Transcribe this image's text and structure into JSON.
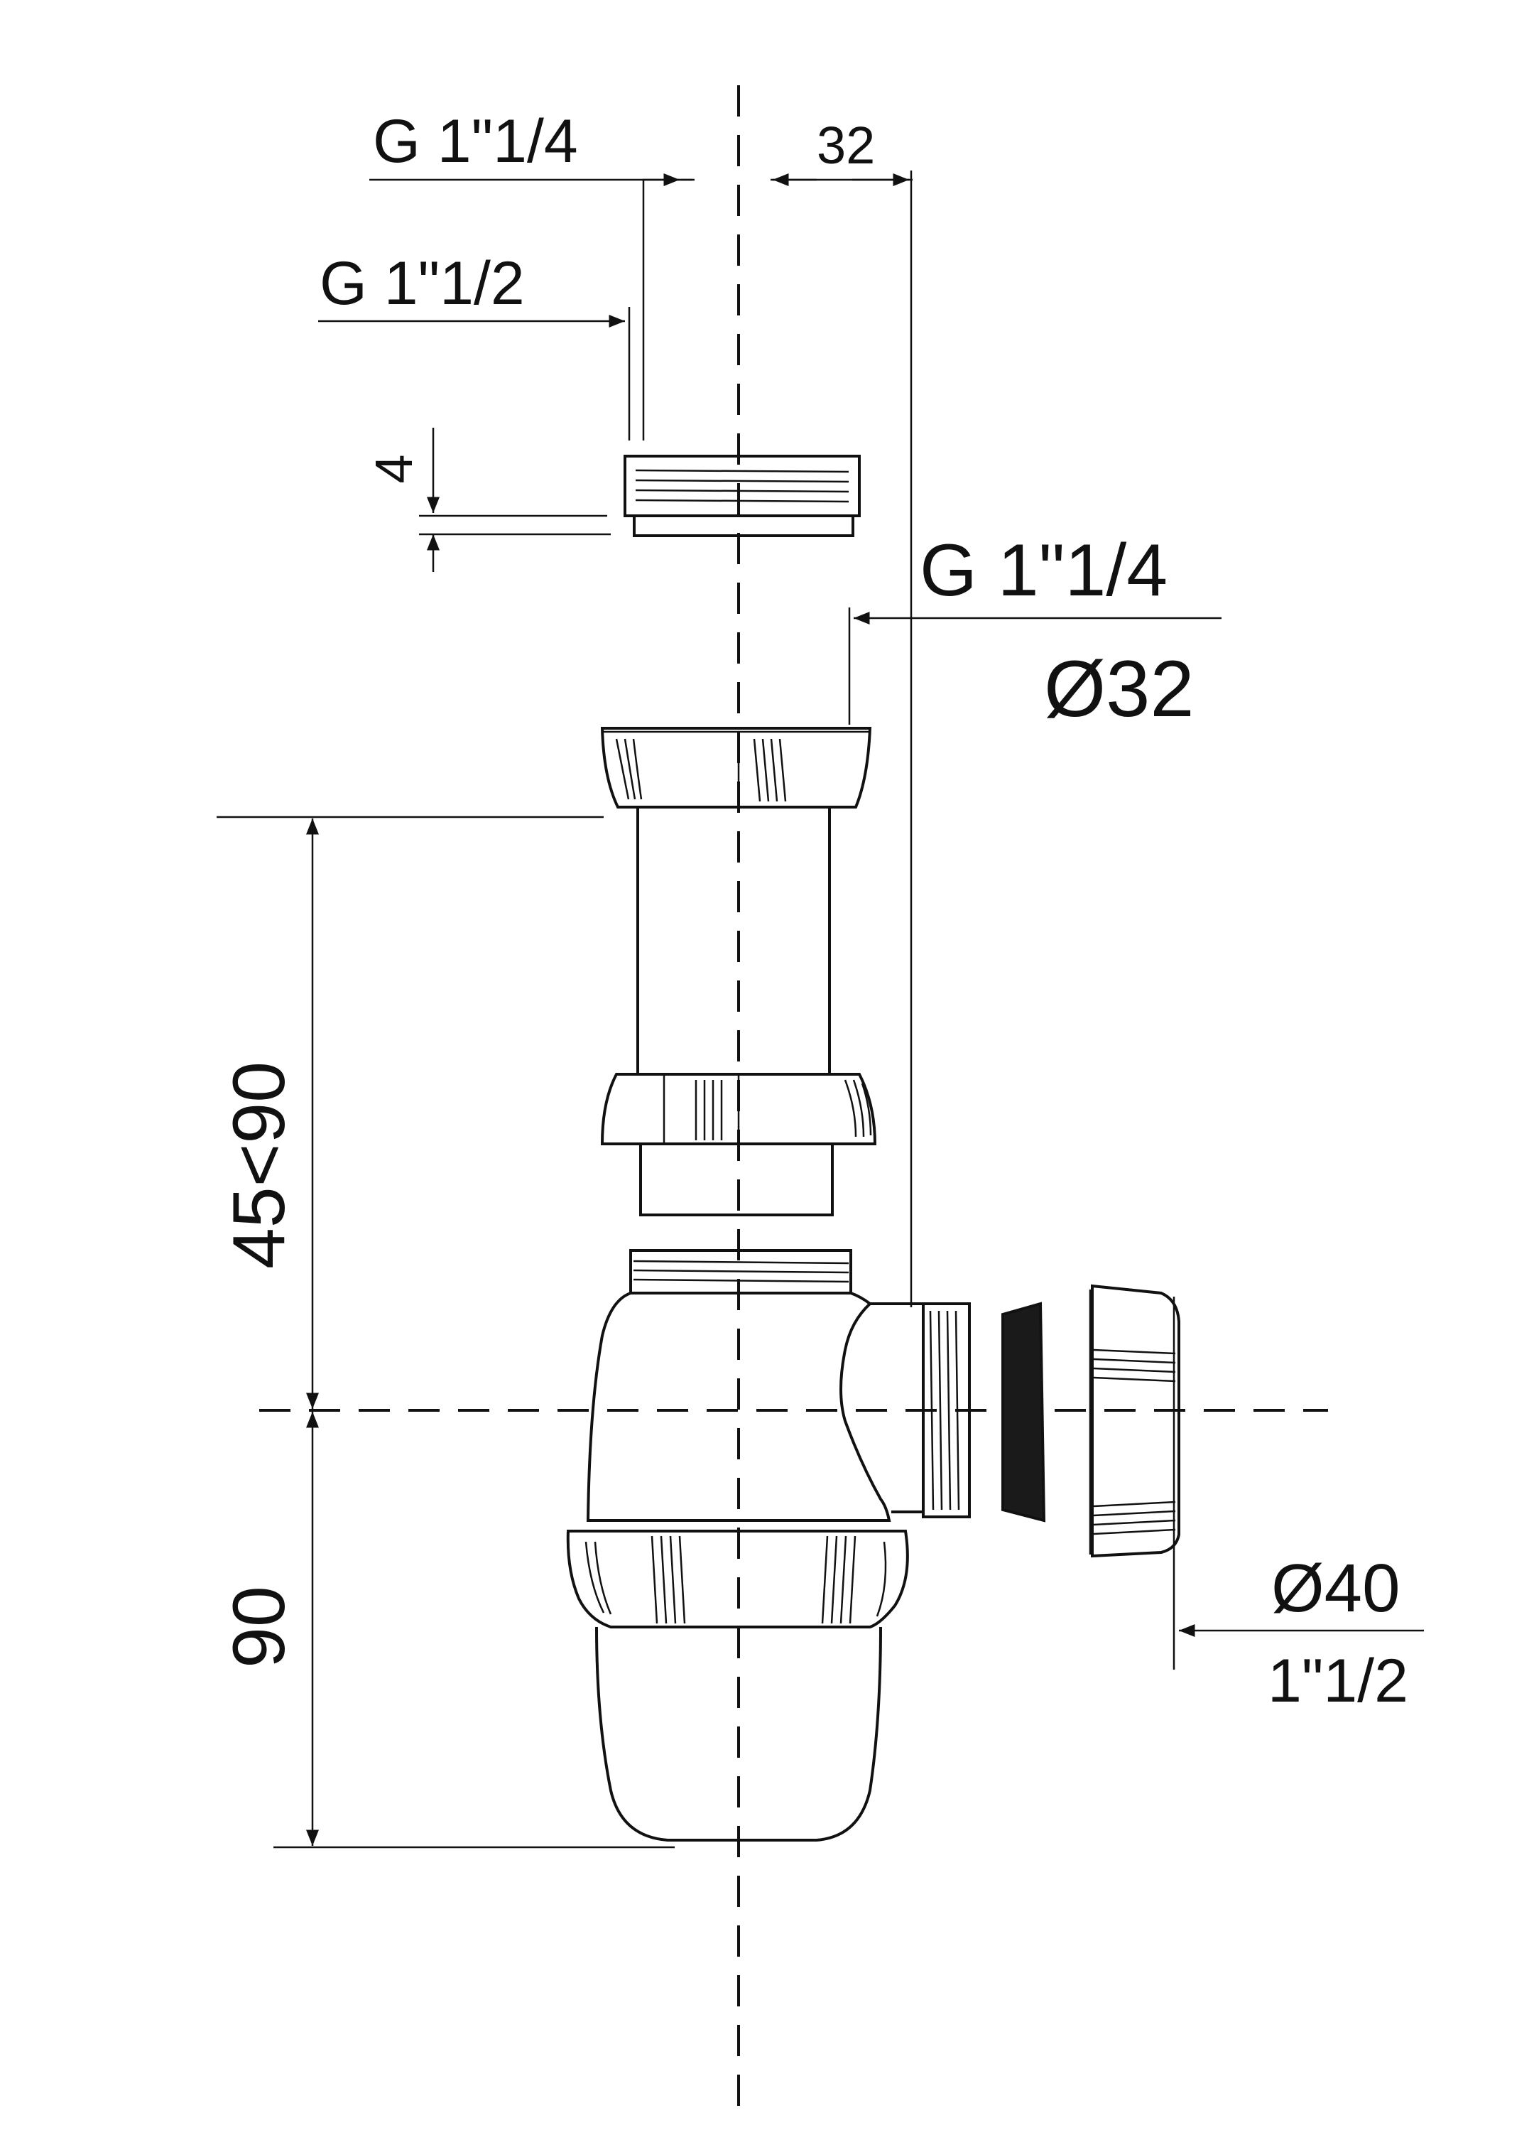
{
  "labels": {
    "top_thread": "G 1\"1/4",
    "second_thread": "G 1\"1/2",
    "width_offset": "32",
    "gap_height": "4",
    "pipe_thread": "G 1\"1/4",
    "pipe_diameter": "Ø32",
    "adjust_range": "45<90",
    "trap_depth": "90",
    "outlet_diameter": "Ø40",
    "outlet_thread": "1\"1/2"
  },
  "colors": {
    "line": "#111111",
    "background": "#ffffff",
    "gasket": "#1a1a1a"
  }
}
